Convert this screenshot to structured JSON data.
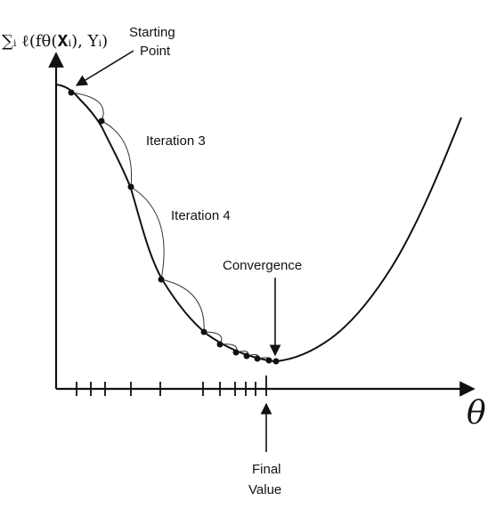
{
  "diagram": {
    "y_axis_label": "∑ᵢ ℓ(fθ(𝐗ᵢ), Yᵢ)",
    "x_axis_label": "θ",
    "annotations": {
      "starting_point": [
        "Starting",
        "Point"
      ],
      "iteration_3": "Iteration 3",
      "iteration_4": "Iteration 4",
      "convergence": "Convergence",
      "final_value": [
        "Final",
        "Value"
      ]
    }
  }
}
